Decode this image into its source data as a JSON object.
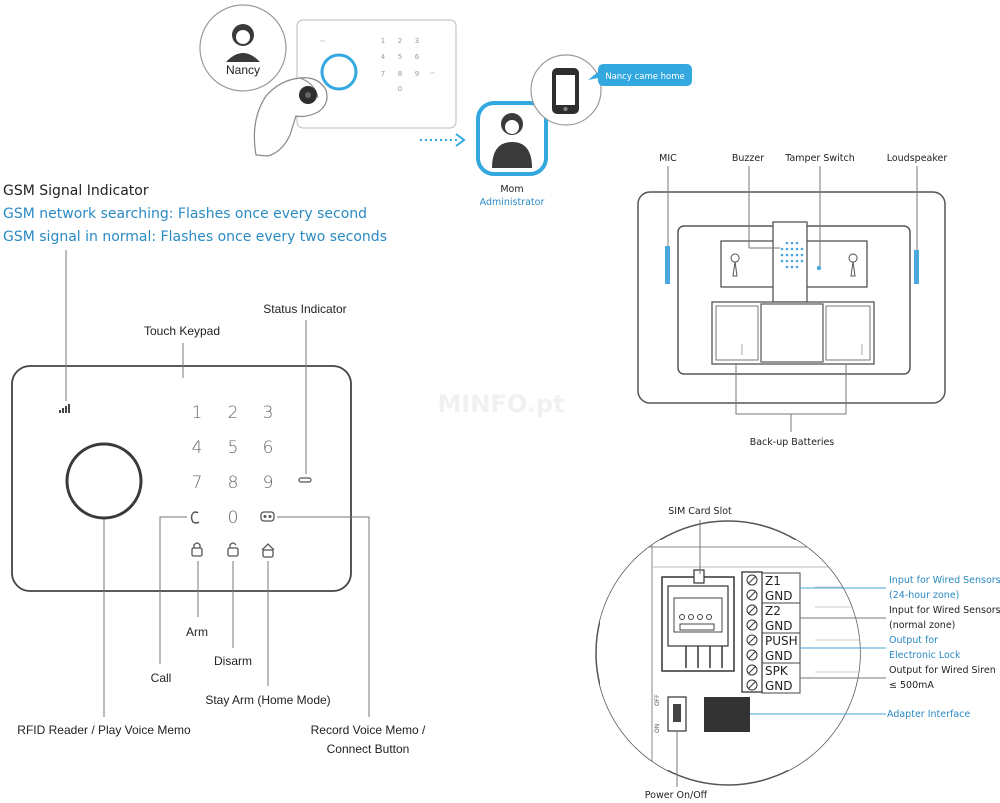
{
  "top_scene": {
    "nancy": "Nancy",
    "mom": "Mom",
    "administrator": "Administrator",
    "sms": "Nancy came home",
    "mini_keys": [
      "1",
      "2",
      "3",
      "4",
      "5",
      "6",
      "7",
      "8",
      "9",
      "0"
    ]
  },
  "gsm": {
    "title": "GSM Signal Indicator",
    "searching": "GSM network searching: Flashes once every second",
    "normal": "GSM signal in normal: Flashes once every two seconds"
  },
  "panel_labels": {
    "status_indicator": "Status Indicator",
    "touch_keypad": "Touch Keypad",
    "arm": "Arm",
    "disarm": "Disarm",
    "call": "Call",
    "stay_arm": "Stay Arm (Home Mode)",
    "rfid": "RFID Reader / Play Voice Memo",
    "record_line1": "Record Voice Memo /",
    "record_line2": "Connect Button"
  },
  "keypad_keys": [
    "1",
    "2",
    "3",
    "4",
    "5",
    "6",
    "7",
    "8",
    "9",
    "0"
  ],
  "back_view": {
    "mic": "MIC",
    "buzzer": "Buzzer",
    "tamper": "Tamper Switch",
    "loudspeaker": "Loudspeaker",
    "batteries": "Back-up Batteries"
  },
  "watermark": "MINFO.pt",
  "board": {
    "sim_slot": "SIM Card Slot",
    "power": "Power On/Off",
    "switch_off": "OFF",
    "switch_on": "ON",
    "terminals": [
      "Z1",
      "GND",
      "Z2",
      "GND",
      "PUSH",
      "GND",
      "SPK",
      "GND"
    ],
    "input_24h_line1": "Input for Wired Sensors",
    "input_24h_line2": "(24-hour zone)",
    "input_normal_line1": "Input for Wired Sensors",
    "input_normal_line2": "(normal zone)",
    "lock_line1": "Output for",
    "lock_line2": "Electronic Lock",
    "siren_line1": "Output for Wired Siren",
    "siren_line2": "≤ 500mA",
    "adapter": "Adapter Interface"
  }
}
